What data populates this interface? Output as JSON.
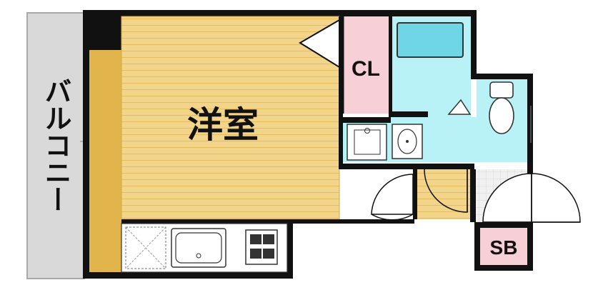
{
  "rooms": {
    "western_room": "洋室",
    "closet": "CL",
    "shoe_box": "SB",
    "balcony": "バルコニー"
  },
  "colors": {
    "wall": "#111111",
    "flooring": "#f2d58a",
    "flooring_lines": "#e3bd5e",
    "floor_border": "#e2b54c",
    "closet": "#f7cfd6",
    "wet_area": "#b8f1f6",
    "bath_tub": "#6fd6e6",
    "balcony": "#d9d9d9",
    "kitchen": "#ffffff",
    "entrance_tile": "#e8e8e8"
  }
}
